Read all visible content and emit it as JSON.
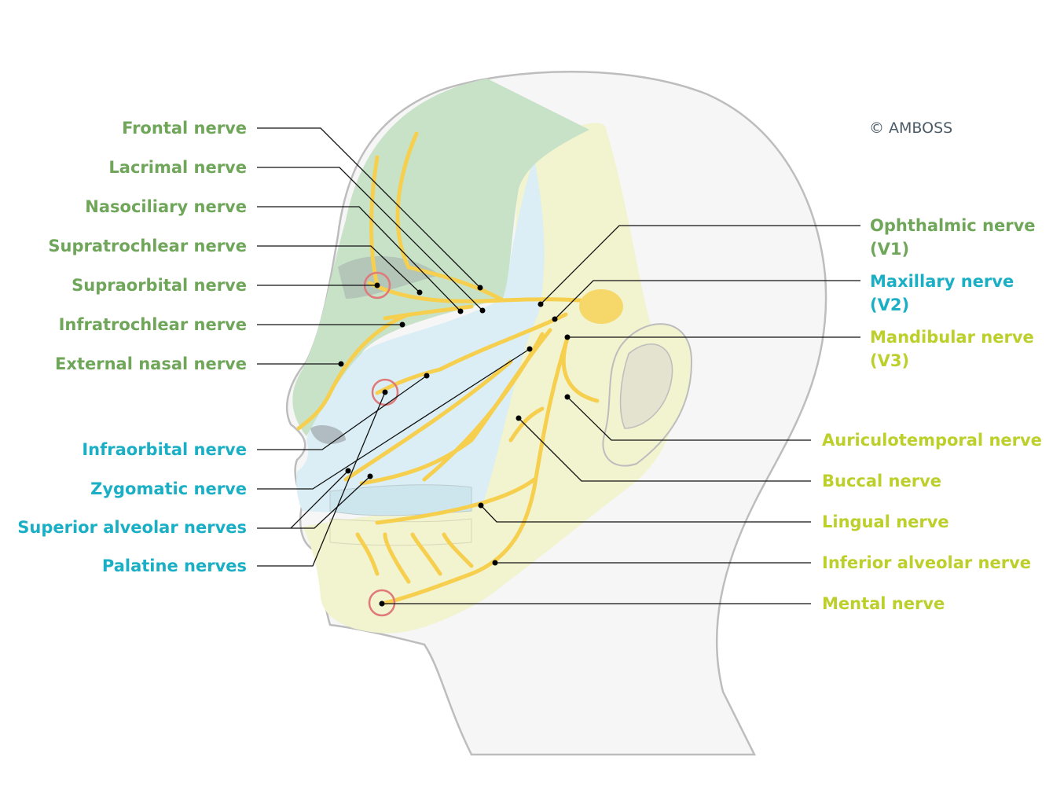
{
  "copyright": "© AMBOSS",
  "colors": {
    "v1": "#6fa65a",
    "v2": "#1aafc4",
    "v3": "#bccf2a",
    "nerve": "#f6cf4e"
  },
  "left_labels": [
    {
      "text": "Frontal nerve",
      "division": "v1"
    },
    {
      "text": "Lacrimal nerve",
      "division": "v1"
    },
    {
      "text": "Nasociliary nerve",
      "division": "v1"
    },
    {
      "text": "Supratrochlear nerve",
      "division": "v1"
    },
    {
      "text": "Supraorbital nerve",
      "division": "v1"
    },
    {
      "text": "Infratrochlear nerve",
      "division": "v1"
    },
    {
      "text": "External nasal nerve",
      "division": "v1"
    },
    {
      "text": "Infraorbital nerve",
      "division": "v2"
    },
    {
      "text": "Zygomatic nerve",
      "division": "v2"
    },
    {
      "text": "Superior alveolar nerves",
      "division": "v2"
    },
    {
      "text": "Palatine nerves",
      "division": "v2"
    }
  ],
  "divisions": [
    {
      "name": "Ophthalmic nerve",
      "code": "(V1)"
    },
    {
      "name": "Maxillary nerve",
      "code": "(V2)"
    },
    {
      "name": "Mandibular nerve",
      "code": "(V3)"
    }
  ],
  "right_labels": [
    {
      "text": "Auriculotemporal nerve"
    },
    {
      "text": "Buccal nerve"
    },
    {
      "text": "Lingual nerve"
    },
    {
      "text": "Inferior alveolar nerve"
    },
    {
      "text": "Mental nerve"
    }
  ]
}
